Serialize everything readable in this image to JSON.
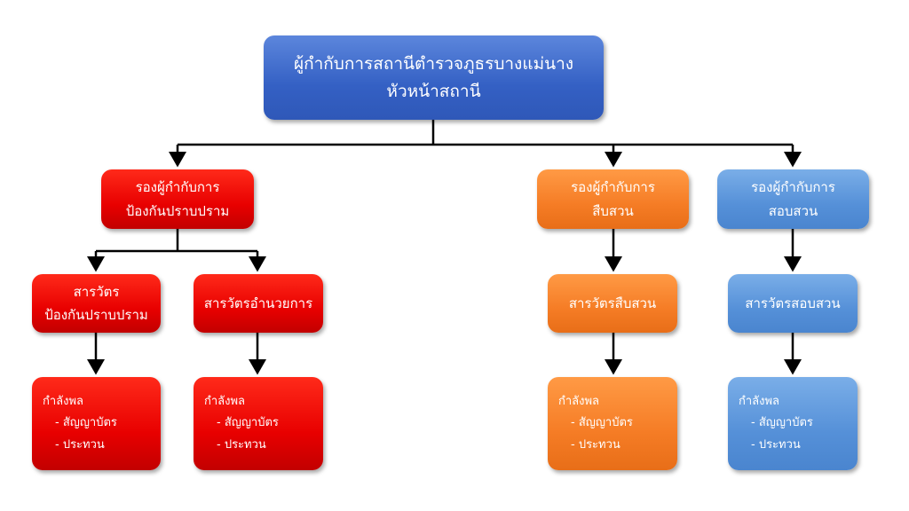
{
  "root": {
    "line1": "ผู้กำกับการสถานีตำรวจภูธรบางแม่นาง",
    "line2": "หัวหน้าสถานี",
    "color": "#3460c4"
  },
  "branches": [
    {
      "head": {
        "line1": "รองผู้กำกับการ",
        "line2": "ป้องกันปราบปราม"
      },
      "color": "#e80000",
      "units": [
        {
          "line1": "สารวัตร",
          "line2": "ป้องกันปราบปราม",
          "staff": {
            "title": "กำลังพล",
            "items": [
              "- สัญญาบัตร",
              "- ประทวน"
            ]
          }
        },
        {
          "line1": "สารวัตรอำนวยการ",
          "staff": {
            "title": "กำลังพล",
            "items": [
              "- สัญญาบัตร",
              "- ประทวน"
            ]
          }
        }
      ]
    },
    {
      "head": {
        "line1": "รองผู้กำกับการ",
        "line2": "สืบสวน"
      },
      "color": "#f57c25",
      "units": [
        {
          "line1": "สารวัตรสืบสวน",
          "staff": {
            "title": "กำลังพล",
            "items": [
              "- สัญญาบัตร",
              "- ประทวน"
            ]
          }
        }
      ]
    },
    {
      "head": {
        "line1": "รองผู้กำกับการ",
        "line2": "สอบสวน"
      },
      "color": "#5590d8",
      "units": [
        {
          "line1": "สารวัตรสอบสวน",
          "staff": {
            "title": "กำลังพล",
            "items": [
              "- สัญญาบัตร",
              "- ประทวน"
            ]
          }
        }
      ]
    }
  ]
}
